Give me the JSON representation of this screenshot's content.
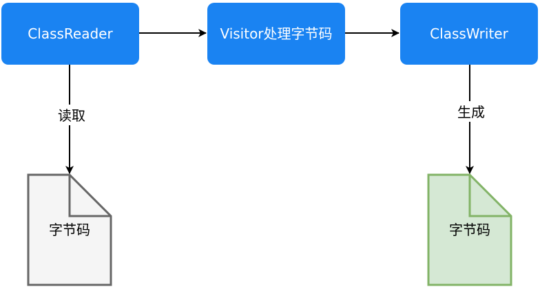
{
  "nodes": {
    "class_reader": "ClassReader",
    "visitor": "Visitor处理字节码",
    "class_writer": "ClassWriter"
  },
  "edges": {
    "read": "读取",
    "generate": "生成"
  },
  "documents": {
    "input": "字节码",
    "output": "字节码"
  },
  "colors": {
    "node_fill": "#1a83f2",
    "node_text": "#ffffff",
    "input_doc_fill": "#f5f5f5",
    "input_doc_stroke": "#666666",
    "output_doc_fill": "#d5e8d4",
    "output_doc_stroke": "#82b366",
    "arrow": "#000000"
  }
}
